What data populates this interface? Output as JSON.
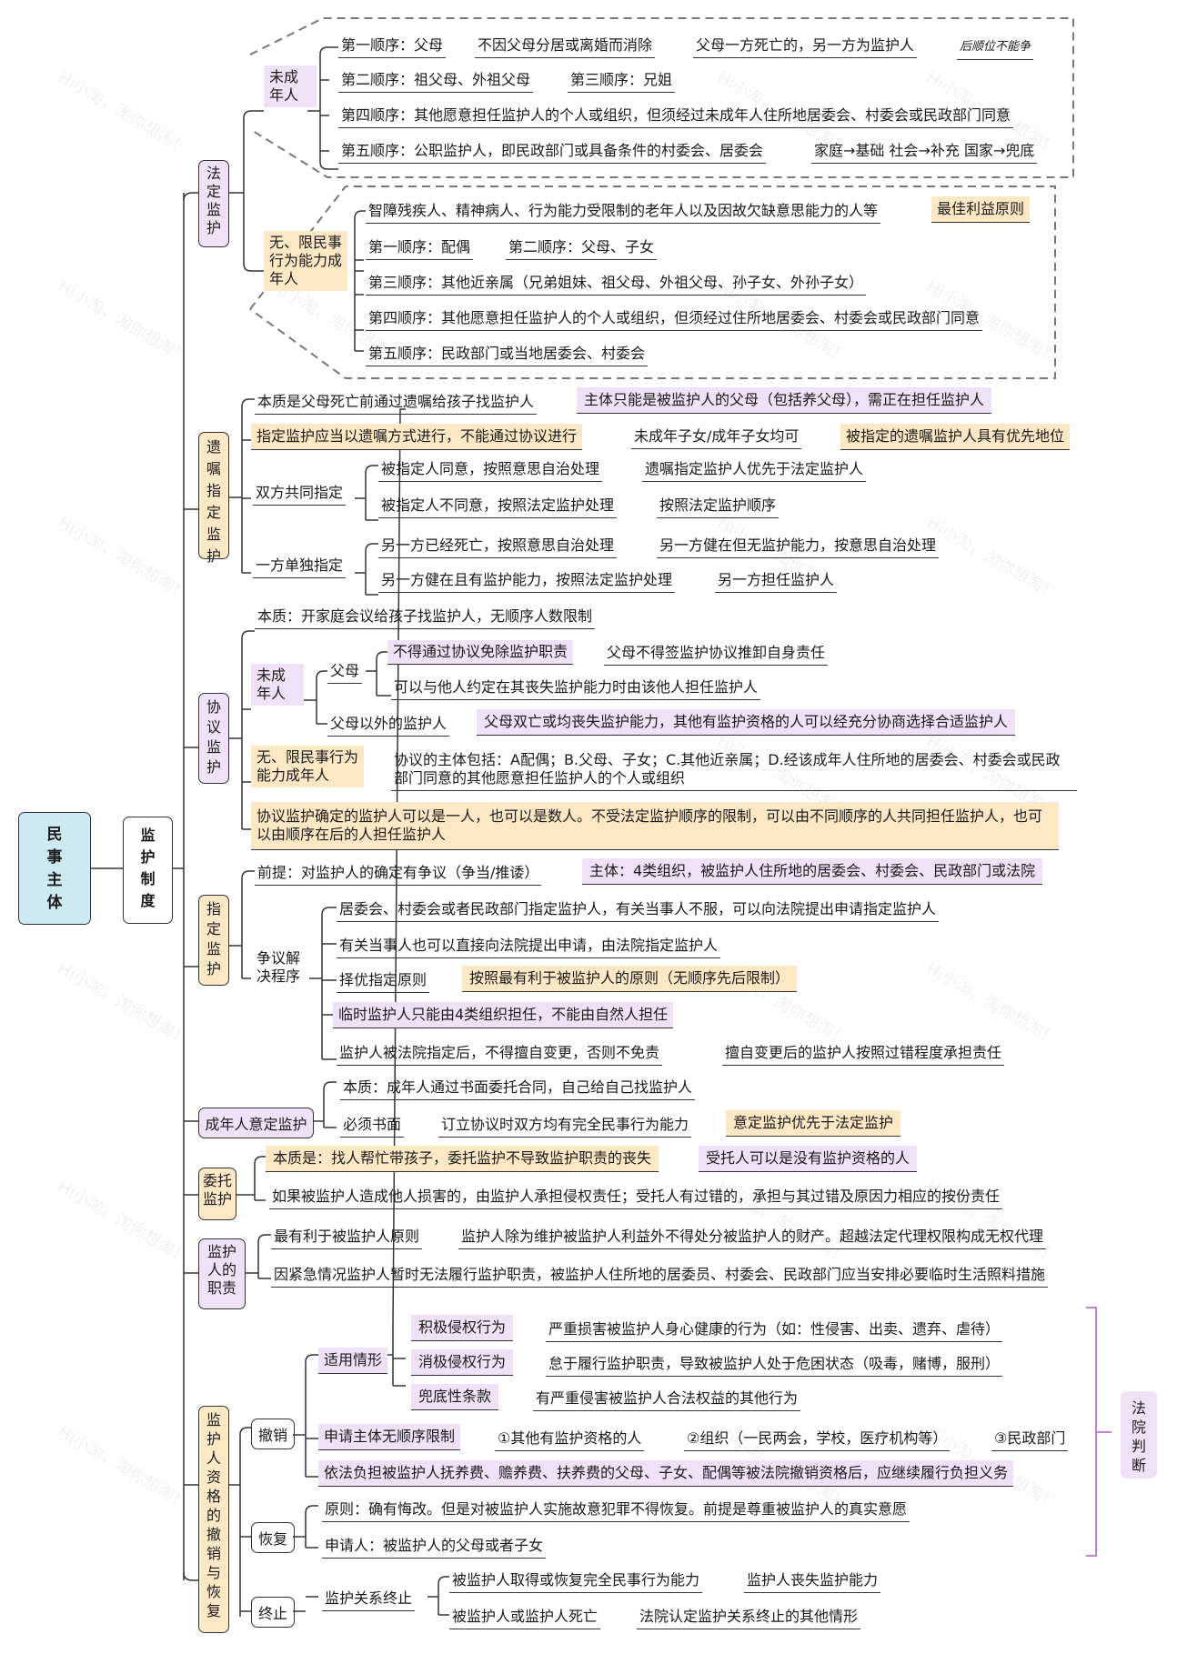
{
  "root": "民事主体",
  "main": "监护制度",
  "sections": {
    "statutory": {
      "label": "法定监护",
      "minor": {
        "label": "未成年人",
        "r1": [
          "第一顺序：父母",
          "不因父母分居或离婚而消除",
          "父母一方死亡的，另一方为监护人",
          "后顺位不能争"
        ],
        "r2": [
          "第二顺序：祖父母、外祖父母",
          "第三顺序：兄姐"
        ],
        "r3": "第四顺序：其他愿意担任监护人的个人或组织，但须经过未成年人住所地居委会、村委会或民政部门同意",
        "r4": [
          "第五顺序：公职监护人，即民政部门或具备条件的村委会、居委会",
          "家庭→基础 社会→补充 国家→兜底"
        ]
      },
      "adult": {
        "label": "无、限民事行为能力成年人",
        "r1": [
          "智障残疾人、精神病人、行为能力受限制的老年人以及因故欠缺意思能力的人等",
          "最佳利益原则"
        ],
        "r2": [
          "第一顺序：配偶",
          "第二顺序：父母、子女"
        ],
        "r3": "第三顺序：其他近亲属（兄弟姐妹、祖父母、外祖父母、孙子女、外孙子女）",
        "r4": "第四顺序：其他愿意担任监护人的个人或组织，但须经过住所地居委会、村委会或民政部门同意",
        "r5": "第五顺序：民政部门或当地居委会、村委会"
      }
    },
    "will": {
      "label": "遗嘱指定监护",
      "r1": [
        "本质是父母死亡前通过遗嘱给孩子找监护人",
        "主体只能是被监护人的父母（包括养父母），需正在担任监护人"
      ],
      "r2": [
        "指定监护应当以遗嘱方式进行，不能通过协议进行",
        "未成年子女/成年子女均可",
        "被指定的遗嘱监护人具有优先地位"
      ],
      "joint": {
        "label": "双方共同指定",
        "a": [
          "被指定人同意，按照意思自治处理",
          "遗嘱指定监护人优先于法定监护人"
        ],
        "b": [
          "被指定人不同意，按照法定监护处理",
          "按照法定监护顺序"
        ]
      },
      "single": {
        "label": "一方单独指定",
        "a": [
          "另一方已经死亡，按照意思自治处理",
          "另一方健在但无监护能力，按意思自治处理"
        ],
        "b": [
          "另一方健在且有监护能力，按照法定监护处理",
          "另一方担任监护人"
        ]
      }
    },
    "agreement": {
      "label": "协议监护",
      "essence": "本质：开家庭会议给孩子找监护人，无顺序人数限制",
      "minor": {
        "label": "未成年人",
        "parents": {
          "label": "父母",
          "a": [
            "不得通过协议免除监护职责",
            "父母不得签监护协议推卸自身责任"
          ],
          "b": "可以与他人约定在其丧失监护能力时由该他人担任监护人"
        },
        "others": [
          "父母以外的监护人",
          "父母双亡或均丧失监护能力，其他有监护资格的人可以经充分协商选择合适监护人"
        ]
      },
      "adult": {
        "label": "无、限民事行为能力成年人",
        "text": "协议的主体包括：A配偶；B.父母、子女；C.其他近亲属；D.经该成年人住所地的居委会、村委会或民政部门同意的其他愿意担任监护人的个人或组织"
      },
      "note": "协议监护确定的监护人可以是一人，也可以是数人。不受法定监护顺序的限制，可以由不同顺序的人共同担任监护人，也可以由顺序在后的人担任监护人"
    },
    "designated": {
      "label": "指定监护",
      "premise": [
        "前提：对监护人的确定有争议（争当/推诿）",
        "主体：4类组织，被监护人住所地的居委会、村委会、民政部门或法院"
      ],
      "procedure": {
        "label": "争议解决程序",
        "r1": "居委会、村委会或者民政部门指定监护人，有关当事人不服，可以向法院提出申请指定监护人",
        "r2": "有关当事人也可以直接向法院提出申请，由法院指定监护人",
        "r3": [
          "择优指定原则",
          "按照最有利于被监护人的原则（无顺序先后限制）"
        ],
        "r4": "临时监护人只能由4类组织担任，不能由自然人担任",
        "r5": [
          "监护人被法院指定后，不得擅自变更，否则不免责",
          "擅自变更后的监护人按照过错程度承担责任"
        ]
      }
    },
    "voluntary": {
      "label": "成年人意定监护",
      "r1": "本质：成年人通过书面委托合同，自己给自己找监护人",
      "r2": [
        "必须书面",
        "订立协议时双方均有完全民事行为能力",
        "意定监护优先于法定监护"
      ]
    },
    "entrusted": {
      "label": "委托监护",
      "r1": [
        "本质是：找人帮忙带孩子，委托监护不导致监护职责的丧失",
        "受托人可以是没有监护资格的人"
      ],
      "r2": "如果被监护人造成他人损害的，由监护人承担侵权责任；受托人有过错的，承担与其过错及原因力相应的按份责任"
    },
    "duties": {
      "label": "监护人的职责",
      "r1": [
        "最有利于被监护人原则",
        "监护人除为维护被监护人利益外不得处分被监护人的财产。超越法定代理权限构成无权代理"
      ],
      "r2": "因紧急情况监护人暂时无法履行监护职责，被监护人住所地的居委员、村委会、民政部门应当安排必要临时生活照料措施"
    },
    "revocation": {
      "label": "监护人资格的撤销与恢复",
      "revoke": {
        "label": "撤销",
        "situations": {
          "label": "适用情形",
          "a": [
            "积极侵权行为",
            "严重损害被监护人身心健康的行为（如：性侵害、出卖、遗弃、虐待）"
          ],
          "b": [
            "消极侵权行为",
            "怠于履行监护职责，导致被监护人处于危困状态（吸毒，赌博，服刑）"
          ],
          "c": [
            "兜底性条款",
            "有严重侵害被监护人合法权益的其他行为"
          ]
        },
        "applicant": [
          "申请主体无顺序限制",
          "①其他有监护资格的人",
          "②组织（一民两会，学校，医疗机构等）",
          "③民政部门"
        ],
        "support": "依法负担被监护人抚养费、赡养费、扶养费的父母、子女、配偶等被法院撤销资格后，应继续履行负担义务"
      },
      "restore": {
        "label": "恢复",
        "r1": "原则：确有悔改。但是对被监护人实施故意犯罪不得恢复。前提是尊重被监护人的真实意愿",
        "r2": "申请人：被监护人的父母或者子女"
      },
      "end": {
        "label": "终止",
        "sub": "监护关系终止",
        "a": [
          "被监护人取得或恢复完全民事行为能力",
          "监护人丧失监护能力"
        ],
        "b": [
          "被监护人或监护人死亡",
          "法院认定监护关系终止的其他情形"
        ]
      },
      "court": "法院判断"
    }
  },
  "watermark": "Hi小淘，淘你想淘！"
}
